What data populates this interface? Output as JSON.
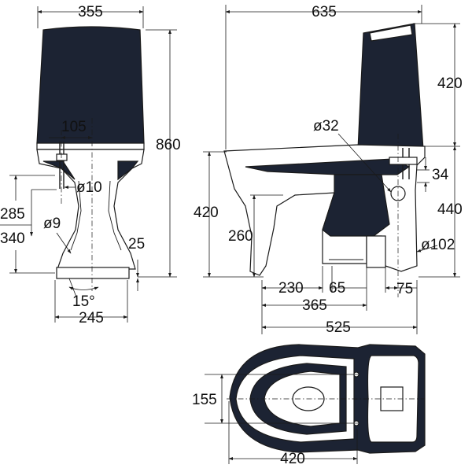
{
  "colors": {
    "ink": "#1a1a1a",
    "body_fill": "#1c2333",
    "background": "#ffffff"
  },
  "front": {
    "width": "355",
    "height": "860",
    "pipe": "105",
    "bolt": "ø10",
    "hole": "ø9",
    "h285": "285",
    "h340": "340",
    "h25": "25",
    "angle": "15°",
    "base": "245"
  },
  "side": {
    "depth": "635",
    "tank_height": "420",
    "inlet": "ø32",
    "d34": "34",
    "seat_height": "420",
    "floor_440": "440",
    "outlet_height": "260",
    "outlet": "ø102",
    "d230": "230",
    "d65": "65",
    "d75": "75",
    "d365": "365",
    "length": "525"
  },
  "top": {
    "d155": "155",
    "d420": "420"
  }
}
